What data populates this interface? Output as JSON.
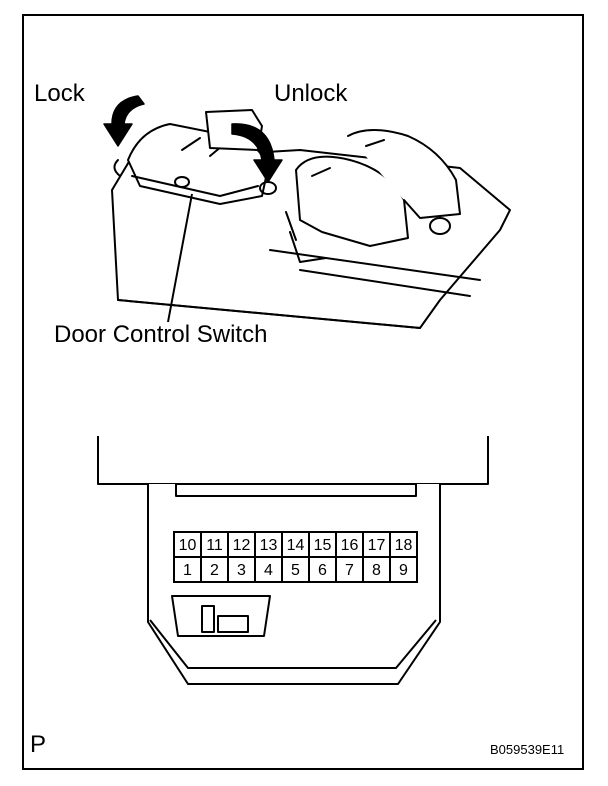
{
  "labels": {
    "lock": "Lock",
    "unlock": "Unlock",
    "door_control_switch": "Door Control Switch",
    "corner_letter": "P",
    "figure_code": "B059539E11"
  },
  "connector": {
    "top_row": [
      "10",
      "11",
      "12",
      "13",
      "14",
      "15",
      "16",
      "17",
      "18"
    ],
    "bottom_row": [
      "1",
      "2",
      "3",
      "4",
      "5",
      "6",
      "7",
      "8",
      "9"
    ]
  },
  "colors": {
    "ink": "#000000",
    "paper": "#ffffff"
  }
}
